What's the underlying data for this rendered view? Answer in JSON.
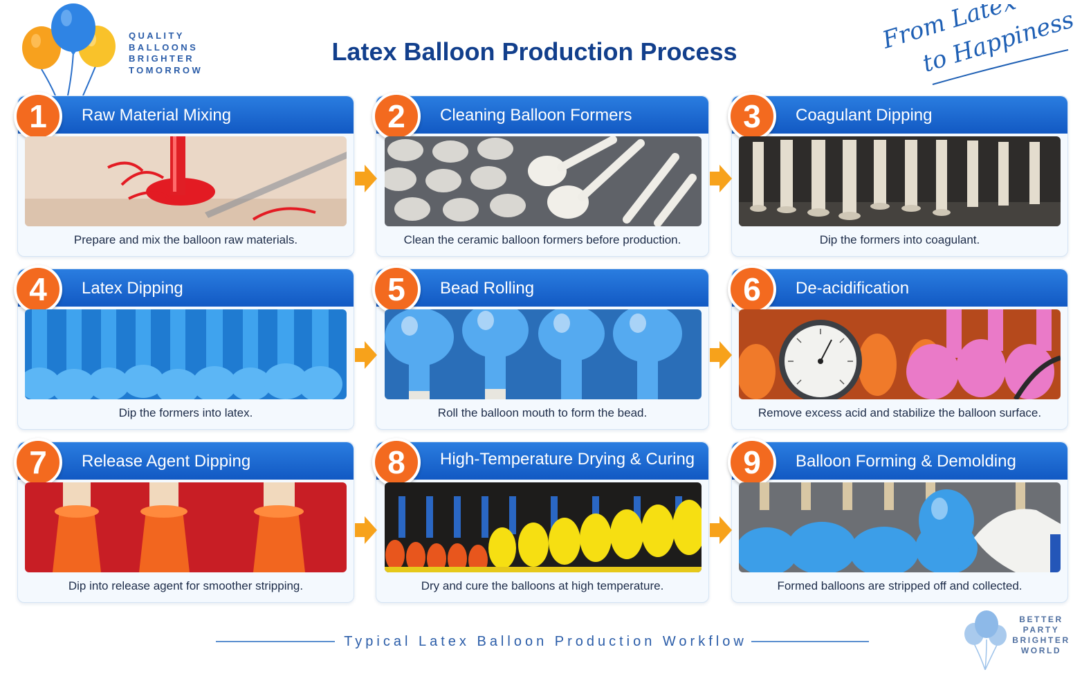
{
  "header": {
    "title": "Latex Balloon Production Process",
    "tagline": [
      "QUALITY",
      "BALLOONS",
      "BRIGHTER",
      "TOMORROW"
    ],
    "slogan": [
      "From Latex",
      "to Happiness"
    ]
  },
  "steps": [
    {
      "number": "1",
      "title": "Raw Material Mixing",
      "caption": "Prepare and mix the balloon raw materials."
    },
    {
      "number": "2",
      "title": "Cleaning Balloon Formers",
      "caption": "Clean the ceramic balloon formers before production."
    },
    {
      "number": "3",
      "title": "Coagulant Dipping",
      "caption": "Dip the formers into coagulant."
    },
    {
      "number": "4",
      "title": "Latex Dipping",
      "caption": "Dip the formers into latex."
    },
    {
      "number": "5",
      "title": "Bead Rolling",
      "caption": "Roll the balloon mouth to form the bead."
    },
    {
      "number": "6",
      "title": "De-acidification",
      "caption": "Remove excess acid and stabilize the balloon surface."
    },
    {
      "number": "7",
      "title": "Release Agent Dipping",
      "caption": "Dip into release agent for smoother stripping."
    },
    {
      "number": "8",
      "title": "High-Temperature Drying & Curing",
      "caption": "Dry and cure the balloons at high temperature."
    },
    {
      "number": "9",
      "title": "Balloon Forming & Demolding",
      "caption": "Formed balloons are stripped off and collected."
    }
  ],
  "footer": {
    "workflow": "Typical Latex Balloon Production Workflow",
    "tagline": [
      "BETTER",
      "PARTY",
      "BRIGHTER",
      "WORLD"
    ]
  },
  "colors": {
    "header_blue": "#1259c3",
    "title_blue": "#123f8c",
    "badge_orange": "#f36a1f",
    "arrow_orange": "#f7a21b"
  },
  "icons": [
    "balloon-cluster-logo",
    "arrow-right-icon",
    "pressure-gauge-icon"
  ]
}
